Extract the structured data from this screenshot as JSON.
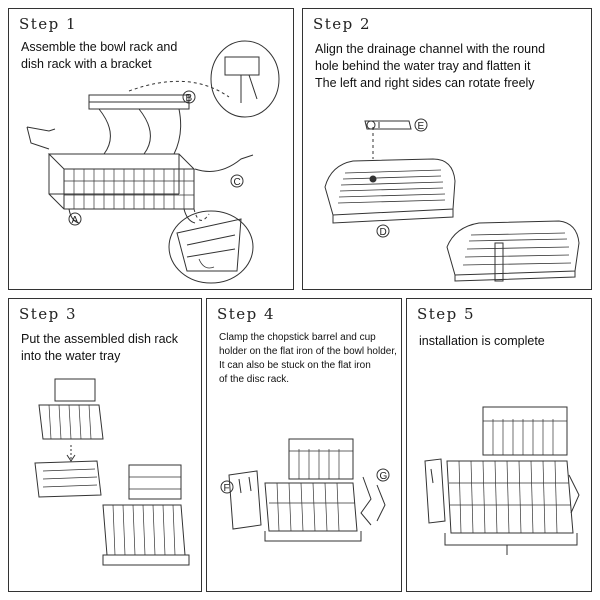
{
  "steps": [
    {
      "title": "Step 1",
      "lines": [
        "Assemble the bowl rack and",
        "dish rack with a bracket"
      ],
      "part_labels": [
        "A",
        "B",
        "C"
      ]
    },
    {
      "title": "Step 2",
      "lines": [
        "Align the drainage channel with the round",
        "hole behind the water tray and flatten it",
        "The left and right sides can rotate freely"
      ],
      "part_labels": [
        "D",
        "E"
      ]
    },
    {
      "title": "Step 3",
      "lines": [
        "Put the assembled dish rack",
        "into the water tray"
      ],
      "part_labels": []
    },
    {
      "title": "Step 4",
      "lines": [
        "Clamp the chopstick barrel and cup",
        "holder on the flat iron of the bowl holder,",
        "It can also be stuck on the flat iron",
        "of the disc rack."
      ],
      "part_labels": [
        "F",
        "G"
      ]
    },
    {
      "title": "Step 5",
      "lines": [
        "installation is complete"
      ],
      "part_labels": []
    }
  ]
}
